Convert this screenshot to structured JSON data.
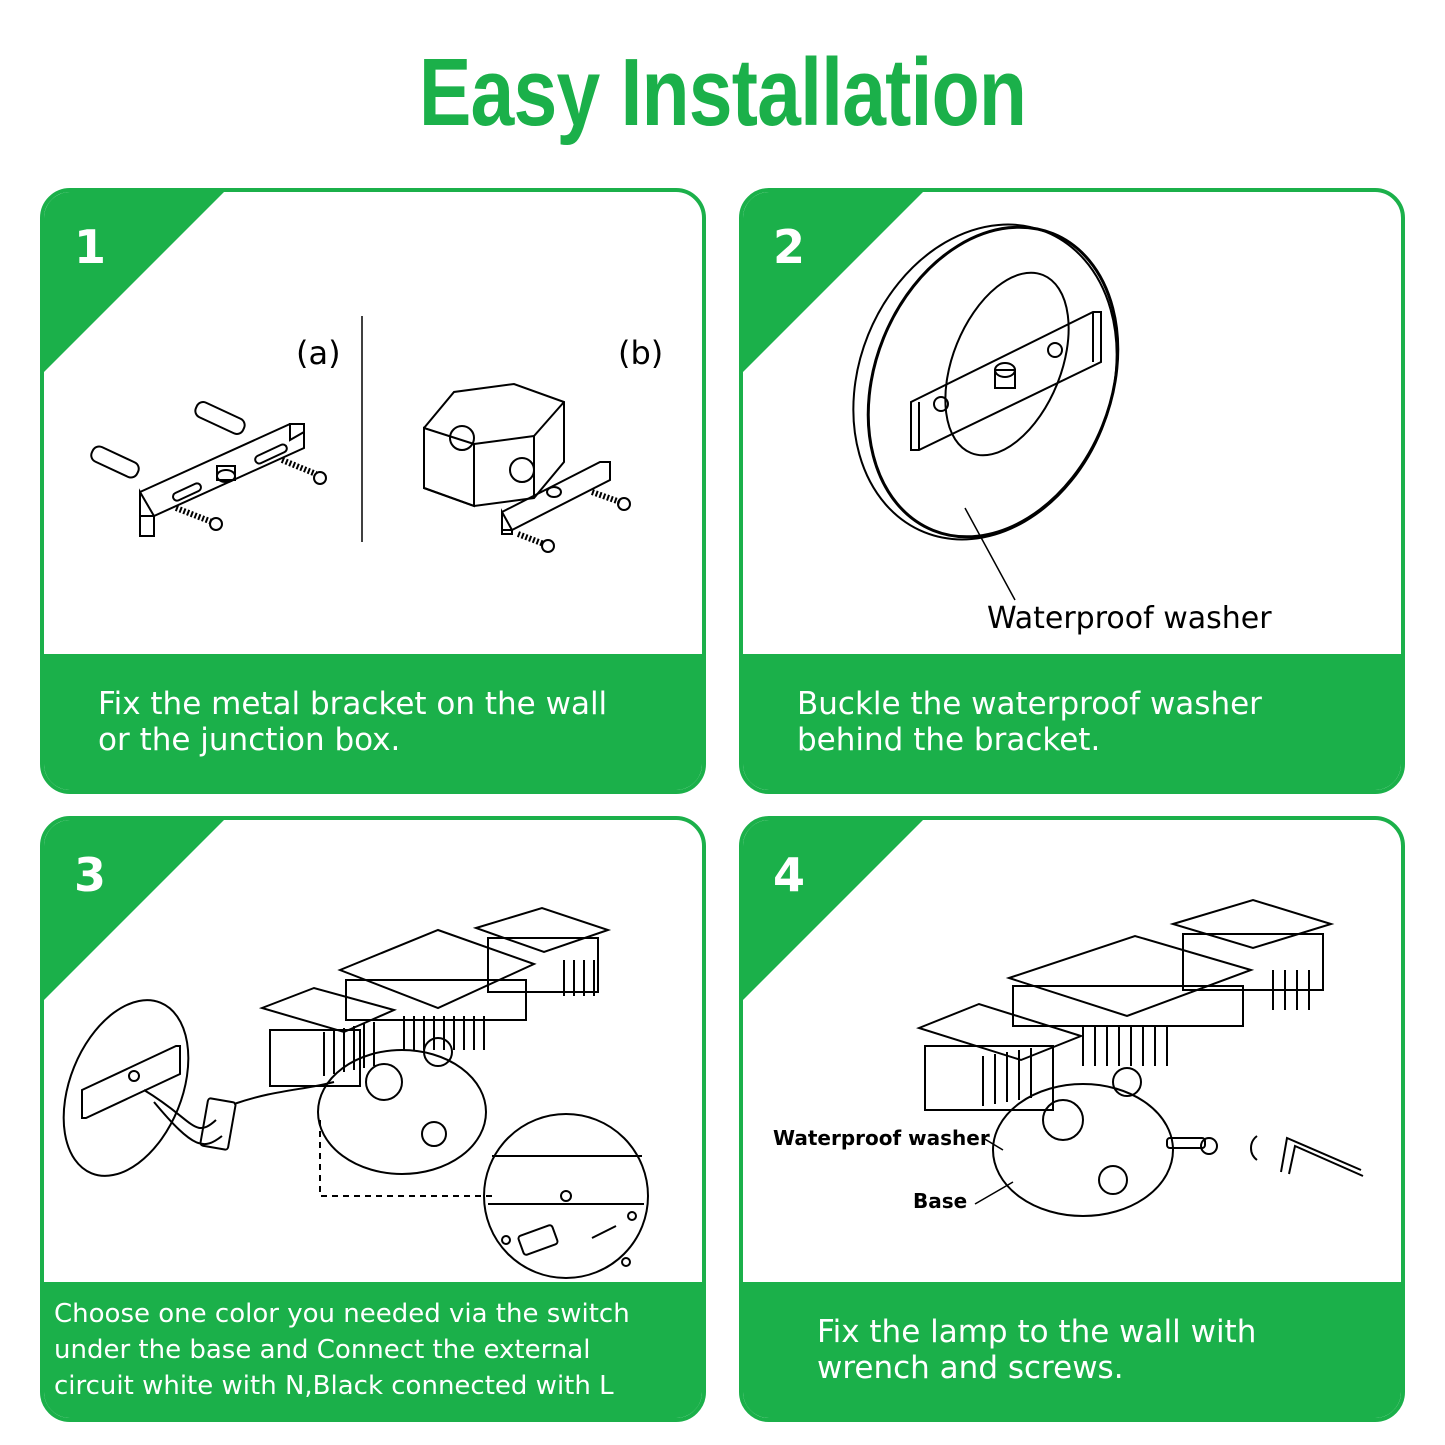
{
  "title": "Easy Installation",
  "steps": [
    {
      "number": "1",
      "labels": [
        "(a)",
        "(b)"
      ],
      "caption": [
        "Fix the metal bracket on the wall",
        "or the junction box."
      ]
    },
    {
      "number": "2",
      "labels": [
        "Waterproof washer"
      ],
      "caption": [
        "Buckle the waterproof washer",
        "behind the bracket."
      ]
    },
    {
      "number": "3",
      "labels": [],
      "caption": [
        "Choose one color you needed via the switch",
        "under the base and Connect the external",
        "circuit white with N,Black connected with L"
      ]
    },
    {
      "number": "4",
      "labels": [
        "Waterproof washer",
        "Base"
      ],
      "caption": [
        "Fix the lamp to the wall with",
        "wrench and screws."
      ]
    }
  ],
  "colors": {
    "brand_green": "#1bb04a",
    "text_white": "#ffffff"
  }
}
